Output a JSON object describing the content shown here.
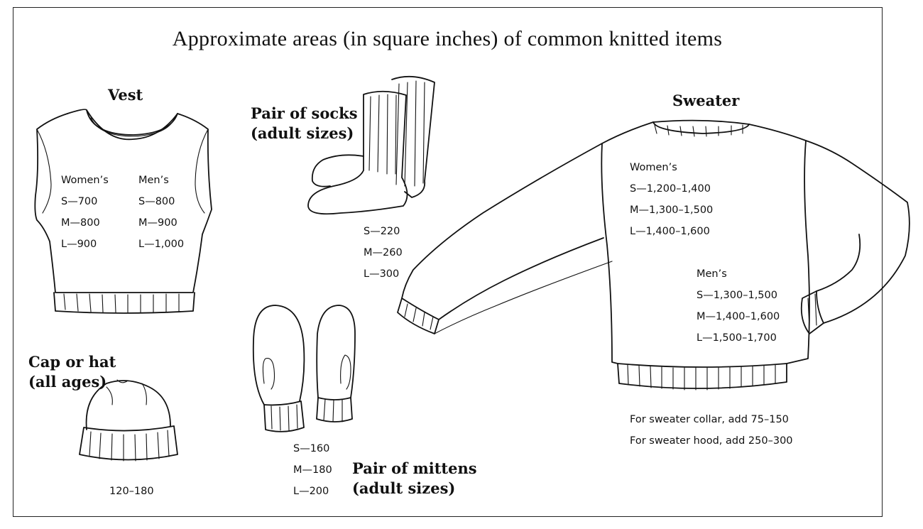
{
  "title": "Approximate areas (in square inches) of common knitted items",
  "vest": {
    "heading": "Vest",
    "womens": {
      "label": "Women’s",
      "sizes": [
        "S—700",
        "M—800",
        "L—900"
      ]
    },
    "mens": {
      "label": "Men’s",
      "sizes": [
        "S—800",
        "M—900",
        "L—1,000"
      ]
    }
  },
  "cap": {
    "heading_line1": "Cap or hat",
    "heading_line2": "(all ages)",
    "value": "120–180"
  },
  "socks": {
    "heading_line1": "Pair of socks",
    "heading_line2": "(adult sizes)",
    "sizes": [
      "S—220",
      "M—260",
      "L—300"
    ]
  },
  "mittens": {
    "heading_line1": "Pair of mittens",
    "heading_line2": "(adult sizes)",
    "sizes": [
      "S—160",
      "M—180",
      "L—200"
    ]
  },
  "sweater": {
    "heading": "Sweater",
    "womens": {
      "label": "Women’s",
      "sizes": [
        "S—1,200–1,400",
        "M—1,300–1,500",
        "L—1,400–1,600"
      ]
    },
    "mens": {
      "label": "Men’s",
      "sizes": [
        "S—1,300–1,500",
        "M—1,400–1,600",
        "L—1,500–1,700"
      ]
    },
    "notes": [
      "For sweater collar, add 75–150",
      "For sweater hood, add 250–300"
    ]
  }
}
